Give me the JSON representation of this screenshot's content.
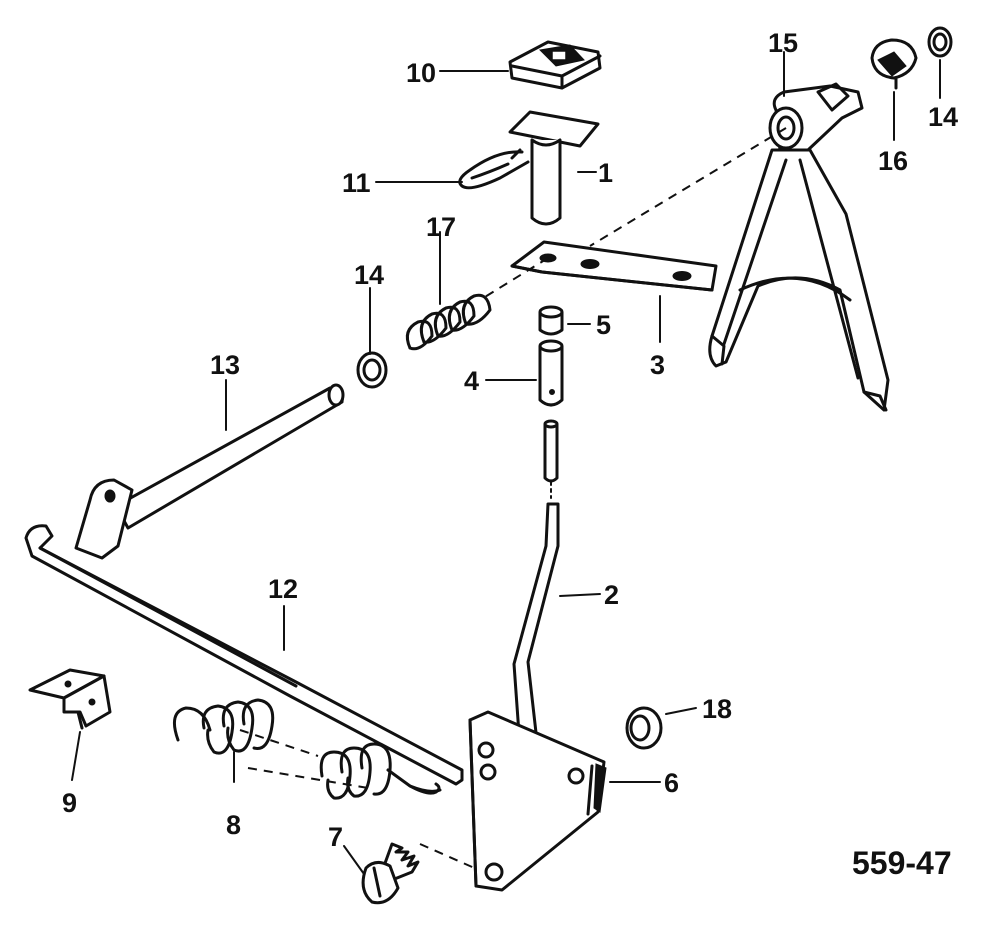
{
  "figure_number": "559-47",
  "callouts": [
    {
      "part": "1",
      "label": "1"
    },
    {
      "part": "2",
      "label": "2"
    },
    {
      "part": "3",
      "label": "3"
    },
    {
      "part": "4",
      "label": "4"
    },
    {
      "part": "5",
      "label": "5"
    },
    {
      "part": "6",
      "label": "6"
    },
    {
      "part": "7",
      "label": "7"
    },
    {
      "part": "8",
      "label": "8"
    },
    {
      "part": "9",
      "label": "9"
    },
    {
      "part": "10",
      "label": "10"
    },
    {
      "part": "11",
      "label": "11"
    },
    {
      "part": "12",
      "label": "12"
    },
    {
      "part": "13",
      "label": "13"
    },
    {
      "part": "14a",
      "label": "14"
    },
    {
      "part": "14b",
      "label": "14"
    },
    {
      "part": "15",
      "label": "15"
    },
    {
      "part": "16",
      "label": "16"
    },
    {
      "part": "17",
      "label": "17"
    },
    {
      "part": "18",
      "label": "18"
    }
  ]
}
